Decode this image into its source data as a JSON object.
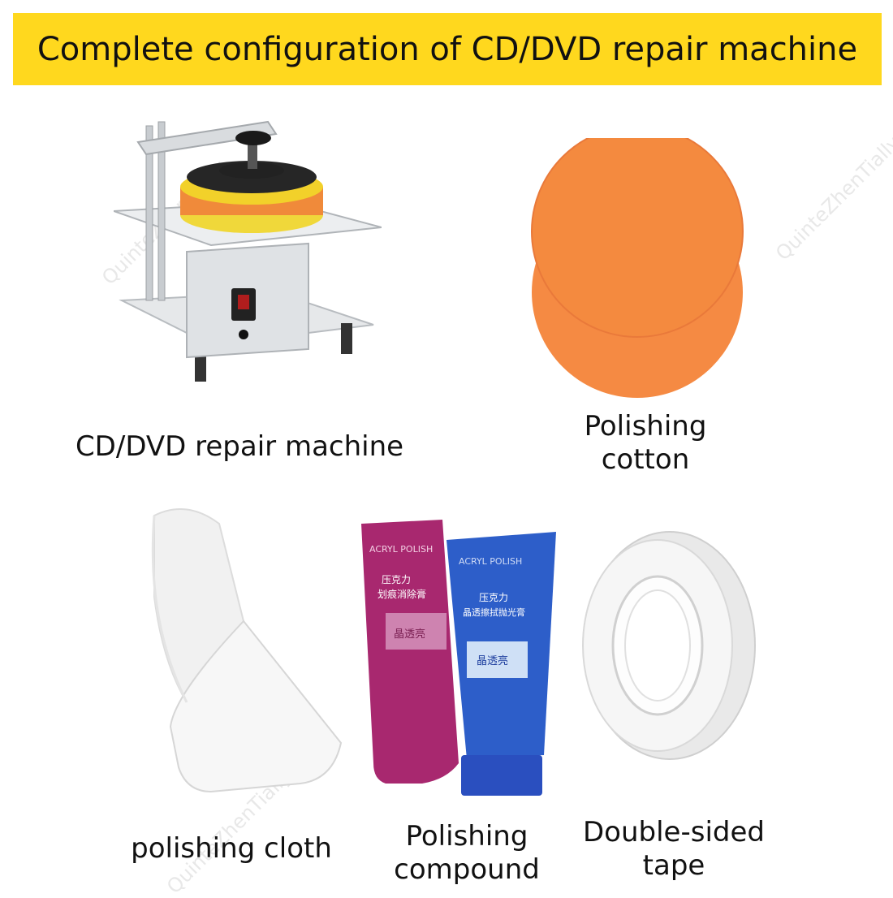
{
  "header": {
    "title": "Complete configuration of CD/DVD repair machine"
  },
  "items": {
    "machine": {
      "caption": "CD/DVD repair machine"
    },
    "cotton": {
      "line1": "Polishing",
      "line2": "cotton"
    },
    "cloth": {
      "caption": "polishing cloth"
    },
    "compound": {
      "line1": "Polishing",
      "line2": "compound",
      "tube1": {
        "brand": "ACRYL POLISH",
        "cn1": "压克力",
        "cn2": "划痕消除膏",
        "label": "晶透亮"
      },
      "tube2": {
        "brand": "ACRYL POLISH",
        "cn1": "压克力",
        "cn2": "晶透擦拭抛光膏",
        "label": "晶透亮"
      }
    },
    "tape": {
      "line1": "Double-sided",
      "line2": "tape"
    }
  },
  "watermark": {
    "text": "QuinteZhenTially"
  },
  "colors": {
    "banner": "#ffd81e",
    "pad": "#f58a43",
    "tube_purple": "#a8286f",
    "tube_blue": "#2d5ec9",
    "steel": "#d6d9dc"
  }
}
